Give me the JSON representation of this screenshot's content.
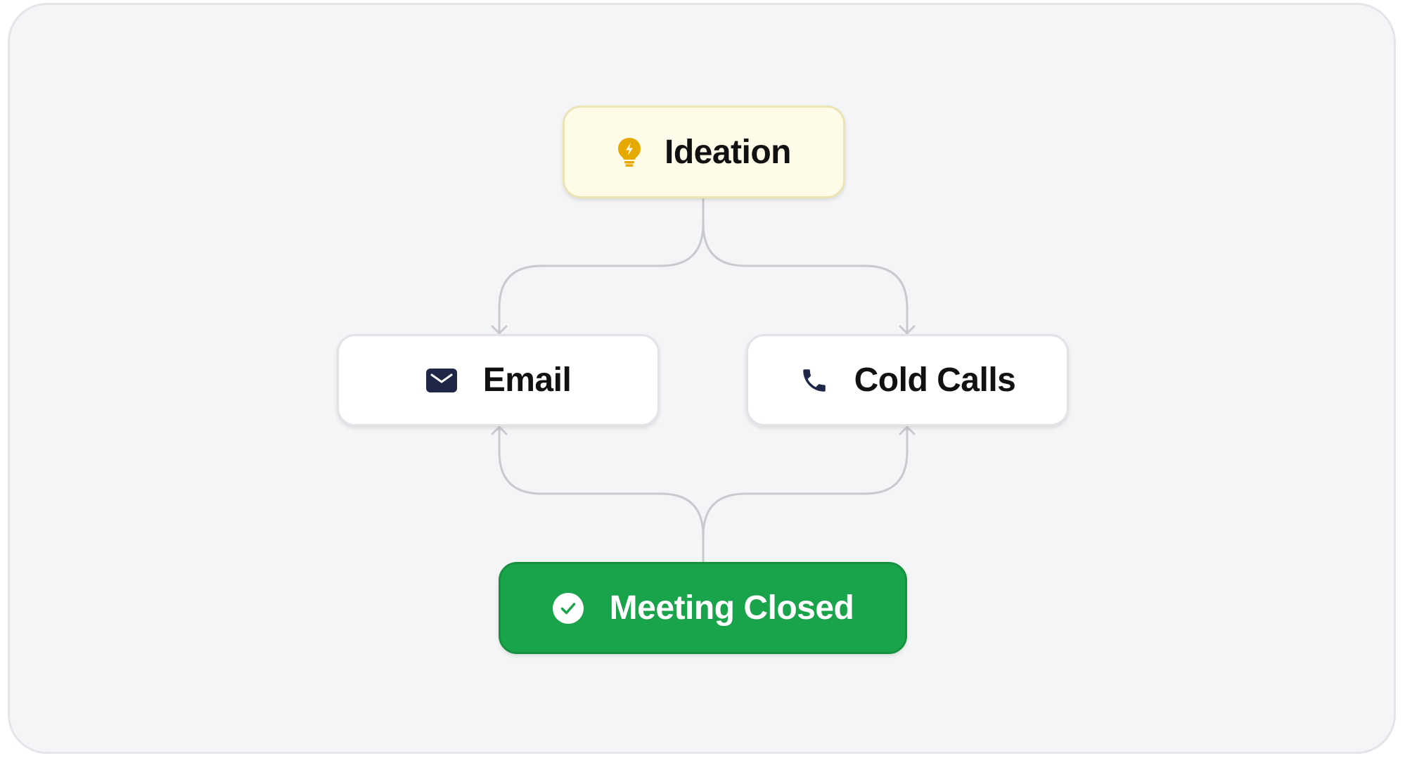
{
  "nodes": {
    "ideation": {
      "label": "Ideation",
      "icon": "lightbulb-icon",
      "color": "#e6a900"
    },
    "email": {
      "label": "Email",
      "icon": "envelope-icon",
      "color": "#1e2747"
    },
    "cold_calls": {
      "label": "Cold Calls",
      "icon": "phone-icon",
      "color": "#1e2747"
    },
    "meeting_closed": {
      "label": "Meeting Closed",
      "icon": "check-circle-icon",
      "color": "#19a34a"
    }
  },
  "edges": [
    {
      "from": "Ideation",
      "to": "Email"
    },
    {
      "from": "Ideation",
      "to": "Cold Calls"
    },
    {
      "from": "Meeting Closed",
      "to": "Email"
    },
    {
      "from": "Meeting Closed",
      "to": "Cold Calls"
    }
  ],
  "colors": {
    "background": "#f4f5f7",
    "connector": "#c9cacd",
    "success": "#19a34a"
  }
}
